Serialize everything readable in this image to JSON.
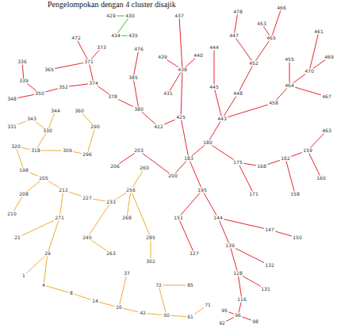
{
  "diagram": {
    "nodes": [
      {
        "text": [
          "429"
        ]
      },
      {
        "text": [
          "430"
        ]
      },
      {
        "text": [
          "434"
        ]
      },
      {
        "text": [
          "435"
        ]
      },
      {
        "text": [
          "183"
        ]
      },
      {
        "text": [
          "425"
        ]
      },
      {
        "text": [
          "438"
        ]
      },
      {
        "text": [
          "437"
        ]
      },
      {
        "text": [
          "431"
        ]
      },
      {
        "text": [
          "439"
        ]
      },
      {
        "text": [
          "440"
        ]
      },
      {
        "text": [
          "472"
        ]
      },
      {
        "text": [
          "371"
        ]
      },
      {
        "text": [
          "374"
        ]
      },
      {
        "text": [
          "378"
        ]
      },
      {
        "text": [
          "380"
        ]
      },
      {
        "text": [
          "422"
        ]
      },
      {
        "text": [
          "365"
        ]
      },
      {
        "text": [
          "336"
        ]
      },
      {
        "text": [
          "339"
        ]
      },
      {
        "text": [
          "348"
        ]
      },
      {
        "text": [
          "350"
        ]
      },
      {
        "text": [
          "352"
        ]
      },
      {
        "text": [
          "373"
        ]
      },
      {
        "text": [
          "476"
        ]
      },
      {
        "text": [
          "385"
        ]
      },
      {
        "text": [
          "466"
        ]
      },
      {
        "text": [
          "465"
        ]
      },
      {
        "text": [
          "452"
        ]
      },
      {
        "text": [
          "448"
        ]
      },
      {
        "text": [
          "443"
        ]
      },
      {
        "text": [
          "180"
        ]
      },
      {
        "text": [
          "469"
        ]
      },
      {
        "text": [
          "470"
        ]
      },
      {
        "text": [
          "464"
        ]
      },
      {
        "text": [
          "458"
        ]
      },
      {
        "text": [
          "461"
        ]
      },
      {
        "text": [
          "453"
        ]
      },
      {
        "text": [
          "444"
        ]
      },
      {
        "text": [
          "445"
        ]
      },
      {
        "text": [
          "447"
        ]
      },
      {
        "text": [
          "463"
        ]
      },
      {
        "text": [
          "159"
        ]
      },
      {
        "text": [
          "162"
        ]
      },
      {
        "text": [
          "168"
        ]
      },
      {
        "text": [
          "175"
        ]
      },
      {
        "text": [
          "158"
        ]
      },
      {
        "text": [
          "160"
        ]
      },
      {
        "text": [
          "467"
        ]
      },
      {
        "text": [
          "195"
        ]
      },
      {
        "text": [
          "144"
        ]
      },
      {
        "text": [
          "139"
        ]
      },
      {
        "text": [
          "128"
        ]
      },
      {
        "text": [
          "116"
        ]
      },
      {
        "text": [
          "96"
        ]
      },
      {
        "text": [
          "92"
        ]
      },
      {
        "text": [
          "98"
        ]
      },
      {
        "text": [
          "95"
        ]
      },
      {
        "text": [
          "147"
        ]
      },
      {
        "text": [
          "150"
        ]
      },
      {
        "text": [
          "132"
        ]
      },
      {
        "text": [
          "131"
        ]
      },
      {
        "text": [
          "200"
        ]
      },
      {
        "text": [
          "203"
        ]
      },
      {
        "text": [
          "206"
        ]
      },
      {
        "text": [
          "151"
        ]
      },
      {
        "text": [
          "127"
        ]
      },
      {
        "text": [
          "260"
        ]
      },
      {
        "text": [
          "256"
        ]
      },
      {
        "text": [
          "233"
        ]
      },
      {
        "text": [
          "227"
        ]
      },
      {
        "text": [
          "212"
        ]
      },
      {
        "text": [
          "205"
        ]
      },
      {
        "text": [
          "198"
        ]
      },
      {
        "text": [
          "320"
        ]
      },
      {
        "text": [
          "318"
        ]
      },
      {
        "text": [
          "330"
        ]
      },
      {
        "text": [
          "343"
        ]
      },
      {
        "text": [
          "309"
        ]
      },
      {
        "text": [
          "296"
        ]
      },
      {
        "text": [
          "290"
        ]
      },
      {
        "text": [
          "360"
        ]
      },
      {
        "text": [
          "268"
        ]
      },
      {
        "text": [
          "271"
        ]
      },
      {
        "text": [
          "21"
        ]
      },
      {
        "text": [
          "29"
        ]
      },
      {
        "text": [
          "1"
        ]
      },
      {
        "text": [
          "4"
        ]
      },
      {
        "text": [
          "8"
        ]
      },
      {
        "text": [
          "14"
        ]
      },
      {
        "text": [
          "20"
        ]
      },
      {
        "text": [
          "42"
        ]
      },
      {
        "text": [
          "50"
        ]
      },
      {
        "text": [
          "61"
        ]
      },
      {
        "text": [
          "71"
        ]
      },
      {
        "text": [
          "37"
        ]
      },
      {
        "text": [
          "72"
        ]
      },
      {
        "text": [
          "85"
        ]
      },
      {
        "text": [
          "245"
        ]
      },
      {
        "text": [
          "263"
        ]
      },
      {
        "text": [
          "285"
        ]
      },
      {
        "text": [
          "302"
        ]
      },
      {
        "text": [
          "331"
        ]
      },
      {
        "text": [
          "344"
        ]
      },
      {
        "text": [
          "208"
        ]
      },
      {
        "text": [
          "210"
        ]
      },
      {
        "text": [
          "478"
        ]
      },
      {
        "text": [
          "455"
        ]
      },
      {
        "text": [
          "171"
        ]
      }
    ],
    "edges": [
      {
        "from": 0,
        "to": 1,
        "arrow": "none"
      },
      {
        "from": 1,
        "to": 2,
        "arrow": "none"
      },
      {
        "from": 2,
        "to": 3,
        "arrow": "none"
      },
      {
        "from": 7,
        "to": 6,
        "arrow": "none"
      },
      {
        "from": 9,
        "to": 6,
        "arrow": "none"
      },
      {
        "from": 10,
        "to": 6,
        "arrow": "none"
      },
      {
        "from": 6,
        "to": 5,
        "arrow": "none"
      },
      {
        "from": 5,
        "to": 4,
        "arrow": "none"
      },
      {
        "from": 8,
        "to": 6,
        "arrow": "none"
      },
      {
        "from": 11,
        "to": 12,
        "arrow": "none"
      },
      {
        "from": 12,
        "to": 13,
        "arrow": "none"
      },
      {
        "from": 13,
        "to": 14,
        "arrow": "none"
      },
      {
        "from": 14,
        "to": 15,
        "arrow": "none"
      },
      {
        "from": 15,
        "to": 16,
        "arrow": "none"
      },
      {
        "from": 16,
        "to": 5,
        "arrow": "none"
      },
      {
        "from": 17,
        "to": 12,
        "arrow": "none"
      },
      {
        "from": 23,
        "to": 12,
        "arrow": "none"
      },
      {
        "from": 18,
        "to": 19,
        "arrow": "none"
      },
      {
        "from": 19,
        "to": 21,
        "arrow": "none"
      },
      {
        "from": 20,
        "to": 21,
        "arrow": "none"
      },
      {
        "from": 21,
        "to": 22,
        "arrow": "none"
      },
      {
        "from": 22,
        "to": 13,
        "arrow": "none"
      },
      {
        "from": 24,
        "to": 25,
        "arrow": "none"
      },
      {
        "from": 25,
        "to": 15,
        "arrow": "none"
      },
      {
        "from": 26,
        "to": 27,
        "arrow": "none"
      },
      {
        "from": 27,
        "to": 28,
        "arrow": "none"
      },
      {
        "from": 28,
        "to": 29,
        "arrow": "none"
      },
      {
        "from": 29,
        "to": 30,
        "arrow": "none"
      },
      {
        "from": 30,
        "to": 31,
        "arrow": "none"
      },
      {
        "from": 31,
        "to": 4,
        "arrow": "none"
      },
      {
        "from": 32,
        "to": 33,
        "arrow": "none"
      },
      {
        "from": 33,
        "to": 34,
        "arrow": "none"
      },
      {
        "from": 34,
        "to": 35,
        "arrow": "none"
      },
      {
        "from": 35,
        "to": 30,
        "arrow": "none"
      },
      {
        "from": 36,
        "to": 33,
        "arrow": "none"
      },
      {
        "from": 37,
        "to": 27,
        "arrow": "none"
      },
      {
        "from": 38,
        "to": 39,
        "arrow": "none"
      },
      {
        "from": 39,
        "to": 30,
        "arrow": "none"
      },
      {
        "from": 40,
        "to": 28,
        "arrow": "none"
      },
      {
        "from": 41,
        "to": 42,
        "arrow": "none"
      },
      {
        "from": 42,
        "to": 43,
        "arrow": "none"
      },
      {
        "from": 43,
        "to": 44,
        "arrow": "none"
      },
      {
        "from": 44,
        "to": 45,
        "arrow": "none"
      },
      {
        "from": 45,
        "to": 31,
        "arrow": "none"
      },
      {
        "from": 46,
        "to": 43,
        "arrow": "none"
      },
      {
        "from": 47,
        "to": 42,
        "arrow": "none"
      },
      {
        "from": 48,
        "to": 34,
        "arrow": "none"
      },
      {
        "from": 4,
        "to": 49,
        "arrow": "none"
      },
      {
        "from": 49,
        "to": 50,
        "arrow": "none"
      },
      {
        "from": 50,
        "to": 51,
        "arrow": "none"
      },
      {
        "from": 51,
        "to": 52,
        "arrow": "none"
      },
      {
        "from": 52,
        "to": 53,
        "arrow": "none"
      },
      {
        "from": 53,
        "to": 54,
        "arrow": "none"
      },
      {
        "from": 54,
        "to": 55,
        "arrow": "none"
      },
      {
        "from": 54,
        "to": 56,
        "arrow": "none"
      },
      {
        "from": 54,
        "to": 57,
        "arrow": "none"
      },
      {
        "from": 58,
        "to": 50,
        "arrow": "none"
      },
      {
        "from": 59,
        "to": 58,
        "arrow": "none"
      },
      {
        "from": 60,
        "to": 51,
        "arrow": "none"
      },
      {
        "from": 61,
        "to": 52,
        "arrow": "none"
      },
      {
        "from": 62,
        "to": 4,
        "arrow": "none"
      },
      {
        "from": 63,
        "to": 62,
        "arrow": "none"
      },
      {
        "from": 64,
        "to": 63,
        "arrow": "none"
      },
      {
        "from": 65,
        "to": 49,
        "arrow": "none"
      },
      {
        "from": 66,
        "to": 65,
        "arrow": "none"
      },
      {
        "from": 67,
        "to": 68,
        "arrow": "none"
      },
      {
        "from": 68,
        "to": 69,
        "arrow": "none"
      },
      {
        "from": 69,
        "to": 70,
        "arrow": "none"
      },
      {
        "from": 70,
        "to": 71,
        "arrow": "none"
      },
      {
        "from": 71,
        "to": 72,
        "arrow": "none"
      },
      {
        "from": 72,
        "to": 73,
        "arrow": "none"
      },
      {
        "from": 73,
        "to": 74,
        "arrow": "none"
      },
      {
        "from": 74,
        "to": 75,
        "arrow": "none"
      },
      {
        "from": 75,
        "to": 76,
        "arrow": "none"
      },
      {
        "from": 76,
        "to": 77,
        "arrow": "none"
      },
      {
        "from": 75,
        "to": 78,
        "arrow": "none"
      },
      {
        "from": 78,
        "to": 79,
        "arrow": "none"
      },
      {
        "from": 79,
        "to": 80,
        "arrow": "none"
      },
      {
        "from": 80,
        "to": 81,
        "arrow": "none"
      },
      {
        "from": 82,
        "to": 68,
        "arrow": "none"
      },
      {
        "from": 83,
        "to": 71,
        "arrow": "none"
      },
      {
        "from": 84,
        "to": 83,
        "arrow": "none"
      },
      {
        "from": 85,
        "to": 83,
        "arrow": "none"
      },
      {
        "from": 86,
        "to": 85,
        "arrow": "none"
      },
      {
        "from": 87,
        "to": 85,
        "arrow": "none"
      },
      {
        "from": 88,
        "to": 87,
        "arrow": "none"
      },
      {
        "from": 89,
        "to": 88,
        "arrow": "none"
      },
      {
        "from": 90,
        "to": 89,
        "arrow": "none"
      },
      {
        "from": 91,
        "to": 90,
        "arrow": "none"
      },
      {
        "from": 92,
        "to": 91,
        "arrow": "none"
      },
      {
        "from": 93,
        "to": 92,
        "arrow": "none"
      },
      {
        "from": 94,
        "to": 93,
        "arrow": "none"
      },
      {
        "from": 95,
        "to": 90,
        "arrow": "none"
      },
      {
        "from": 96,
        "to": 92,
        "arrow": "none"
      },
      {
        "from": 97,
        "to": 96,
        "arrow": "none"
      },
      {
        "from": 98,
        "to": 69,
        "arrow": "none"
      },
      {
        "from": 99,
        "to": 98,
        "arrow": "none"
      },
      {
        "from": 100,
        "to": 68,
        "arrow": "none"
      },
      {
        "from": 101,
        "to": 100,
        "arrow": "none"
      },
      {
        "from": 102,
        "to": 77,
        "arrow": "none"
      },
      {
        "from": 103,
        "to": 76,
        "arrow": "none"
      },
      {
        "from": 104,
        "to": 72,
        "arrow": "none"
      },
      {
        "from": 105,
        "to": 104,
        "arrow": "none"
      },
      {
        "from": 106,
        "to": 40,
        "arrow": "none"
      },
      {
        "from": 107,
        "to": 34,
        "arrow": "none"
      },
      {
        "from": 108,
        "to": 45,
        "arrow": "none"
      }
    ],
    "labels": [
      "Pengelompokan dengan 4 cluster disajik"
    ]
  }
}
